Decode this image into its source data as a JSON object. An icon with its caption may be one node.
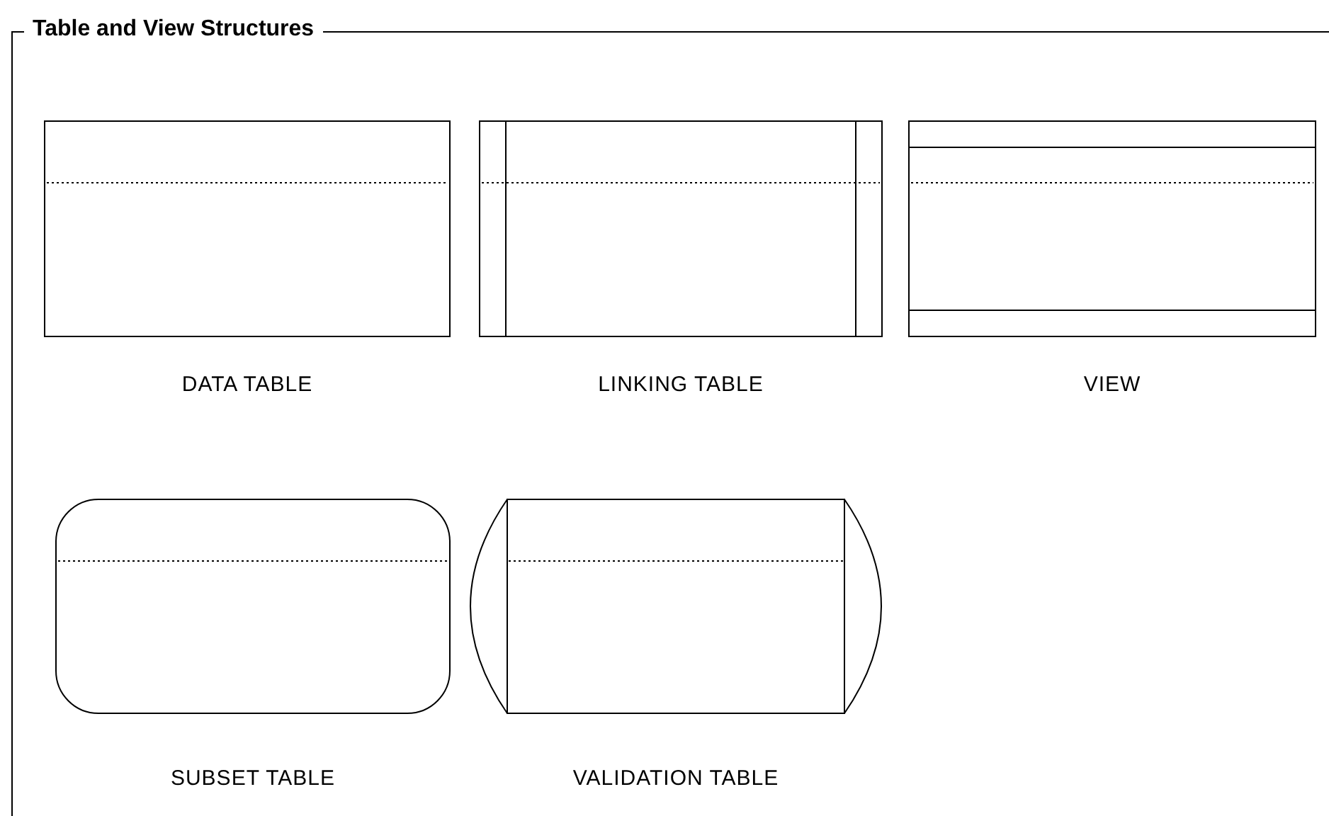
{
  "diagram": {
    "nodes": [
      {
        "text": [
          "Table and View Structures"
        ]
      },
      {
        "text": [],
        "shape": "box",
        "beside": [
          "DATA TABLE"
        ],
        "in": 0
      },
      {
        "text": [],
        "shape": "box",
        "beside": [
          "LINKING TABLE"
        ],
        "in": 0
      },
      {
        "text": [],
        "shape": "box",
        "beside": [
          "VIEW"
        ],
        "in": 0
      },
      {
        "text": [],
        "shape": "box",
        "beside": [
          "SUBSET TABLE"
        ],
        "in": 0
      },
      {
        "text": [],
        "shape": "box",
        "beside": [
          "VALIDATION TABLE"
        ],
        "in": 0
      }
    ],
    "edges": []
  }
}
